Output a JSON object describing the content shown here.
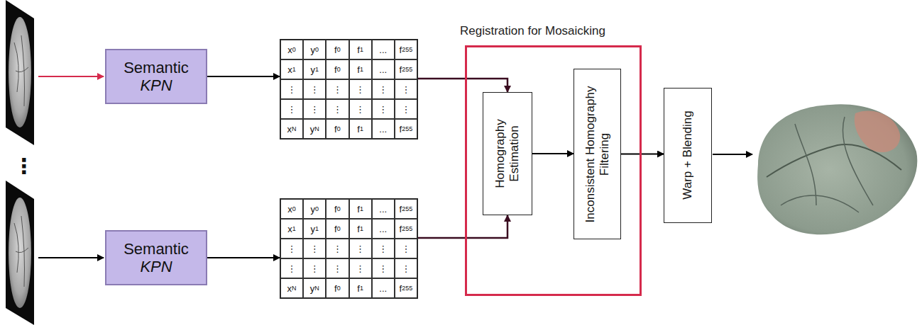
{
  "diagram": {
    "nodes": [
      {
        "text": [
          "Semantic",
          "KPN"
        ]
      },
      {
        "text": [
          "x0",
          "y0",
          "f0",
          "f1",
          "...",
          "f255",
          "x1",
          "y1",
          "f0",
          "f1",
          "...",
          "f255",
          "⋮",
          "⋮",
          "⋮",
          "⋮",
          "⋮",
          "⋮",
          "⋮",
          "⋮",
          "⋮",
          "⋮",
          "⋮",
          "⋮",
          "xN",
          "yN",
          "f0",
          "f1",
          "...",
          "f255"
        ]
      },
      {
        "text": [
          "Registration for Mosaicking"
        ]
      },
      {
        "text": [
          "Homography Estimation"
        ],
        "in": 2
      },
      {
        "text": [
          "Inconsistent Homography Filtering"
        ],
        "in": 2
      },
      {
        "text": [
          "Warp + Blending"
        ]
      },
      {
        "text": [
          "Semantic",
          "KPN"
        ]
      },
      {
        "text": [
          "x0",
          "y0",
          "f0",
          "f1",
          "...",
          "f255",
          "x1",
          "y1",
          "f0",
          "f1",
          "...",
          "f255",
          "⋮",
          "⋮",
          "⋮",
          "⋮",
          "⋮",
          "⋮",
          "⋮",
          "⋮",
          "⋮",
          "⋮",
          "⋮",
          "⋮",
          "xN",
          "yN",
          "f0",
          "f1",
          "...",
          "f255"
        ]
      }
    ],
    "edges": [
      {
        "from": 0,
        "to": 1,
        "arrow": "to"
      },
      {
        "from": 1,
        "to": 3,
        "arrow": "to"
      },
      {
        "from": 6,
        "to": 7,
        "arrow": "to"
      },
      {
        "from": 7,
        "to": 3,
        "arrow": "to"
      },
      {
        "from": 3,
        "to": 4,
        "arrow": "to"
      },
      {
        "from": 4,
        "to": 5,
        "arrow": "to"
      }
    ],
    "labels": [
      "⋮"
    ]
  }
}
